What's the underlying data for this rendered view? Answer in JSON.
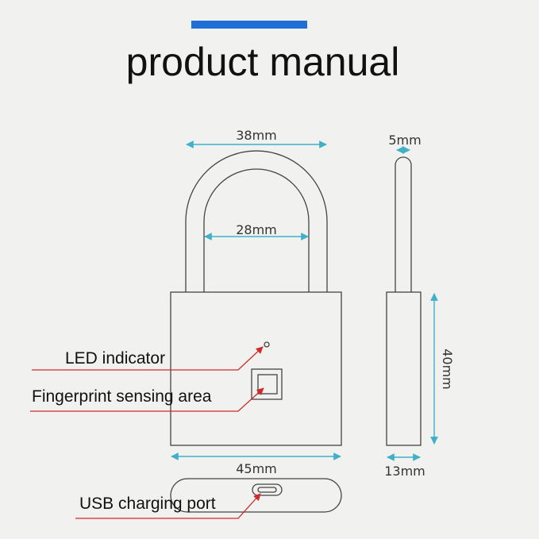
{
  "header": {
    "title": "product manual",
    "accent_color": "#1f6fd6"
  },
  "dimensions": {
    "shackle_outer_width": "38mm",
    "shackle_inner_width": "28mm",
    "shackle_thickness": "5mm",
    "body_width": "45mm",
    "body_height": "40mm",
    "body_depth": "13mm"
  },
  "callouts": {
    "led": "LED indicator",
    "fingerprint": "Fingerprint sensing area",
    "usb": "USB charging port"
  },
  "colors": {
    "dimension_arrow": "#3fb0c8",
    "leader_line": "#d02a2a"
  }
}
